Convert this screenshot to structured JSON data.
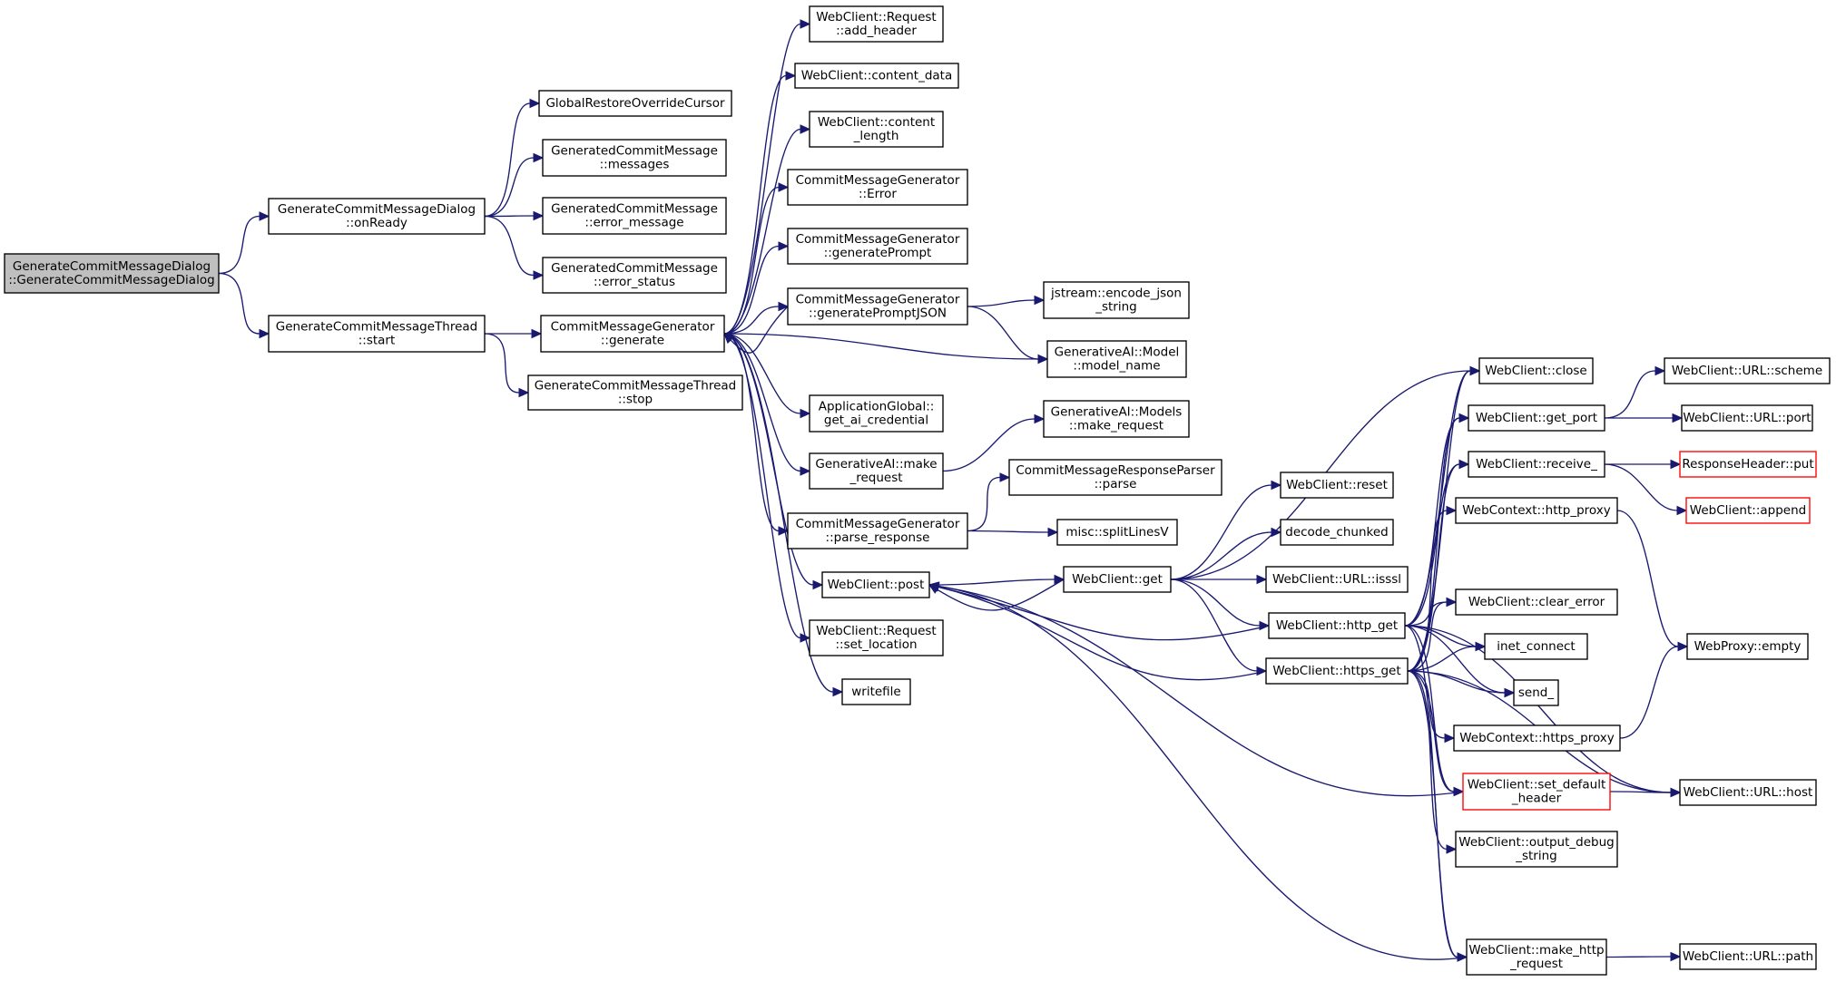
{
  "graph": {
    "nodes": [
      {
        "id": "root",
        "lines": [
          "GenerateCommitMessageDialog",
          "::GenerateCommitMessageDialog"
        ],
        "style": "root"
      },
      {
        "id": "onReady",
        "lines": [
          "GenerateCommitMessageDialog",
          "::onReady"
        ]
      },
      {
        "id": "threadStart",
        "lines": [
          "GenerateCommitMessageThread",
          "::start"
        ]
      },
      {
        "id": "globalRestore",
        "lines": [
          "GlobalRestoreOverrideCursor"
        ]
      },
      {
        "id": "gcmMessages",
        "lines": [
          "GeneratedCommitMessage",
          "::messages"
        ]
      },
      {
        "id": "gcmErrorMessage",
        "lines": [
          "GeneratedCommitMessage",
          "::error_message"
        ]
      },
      {
        "id": "gcmErrorStatus",
        "lines": [
          "GeneratedCommitMessage",
          "::error_status"
        ]
      },
      {
        "id": "cmgGenerate",
        "lines": [
          "CommitMessageGenerator",
          "::generate"
        ]
      },
      {
        "id": "threadStop",
        "lines": [
          "GenerateCommitMessageThread",
          "::stop"
        ]
      },
      {
        "id": "reqAddHeader",
        "lines": [
          "WebClient::Request",
          "::add_header"
        ]
      },
      {
        "id": "contentData",
        "lines": [
          "WebClient::content_data"
        ]
      },
      {
        "id": "contentLength",
        "lines": [
          "WebClient::content",
          "_length"
        ]
      },
      {
        "id": "cmgError",
        "lines": [
          "CommitMessageGenerator",
          "::Error"
        ]
      },
      {
        "id": "cmgGeneratePrompt",
        "lines": [
          "CommitMessageGenerator",
          "::generatePrompt"
        ]
      },
      {
        "id": "cmgGeneratePromptJSON",
        "lines": [
          "CommitMessageGenerator",
          "::generatePromptJSON"
        ]
      },
      {
        "id": "appGetCred",
        "lines": [
          "ApplicationGlobal::",
          "get_ai_credential"
        ]
      },
      {
        "id": "genaiMakeRequest",
        "lines": [
          "GenerativeAI::make",
          "_request"
        ]
      },
      {
        "id": "cmgParseResponse",
        "lines": [
          "CommitMessageGenerator",
          "::parse_response"
        ]
      },
      {
        "id": "wcPost",
        "lines": [
          "WebClient::post"
        ]
      },
      {
        "id": "reqSetLocation",
        "lines": [
          "WebClient::Request",
          "::set_location"
        ]
      },
      {
        "id": "writefile",
        "lines": [
          "writefile"
        ]
      },
      {
        "id": "jstreamEncode",
        "lines": [
          "jstream::encode_json",
          "_string"
        ]
      },
      {
        "id": "modelName",
        "lines": [
          "GenerativeAI::Model",
          "::model_name"
        ]
      },
      {
        "id": "modelsMakeRequest",
        "lines": [
          "GenerativeAI::Models",
          "::make_request"
        ]
      },
      {
        "id": "parserParse",
        "lines": [
          "CommitMessageResponseParser",
          "::parse"
        ]
      },
      {
        "id": "splitLines",
        "lines": [
          "misc::splitLinesV"
        ]
      },
      {
        "id": "wcReset",
        "lines": [
          "WebClient::reset"
        ]
      },
      {
        "id": "decodeChunked",
        "lines": [
          "decode_chunked"
        ]
      },
      {
        "id": "wcGet",
        "lines": [
          "WebClient::get"
        ]
      },
      {
        "id": "urlIsssl",
        "lines": [
          "WebClient::URL::isssl"
        ]
      },
      {
        "id": "httpGet",
        "lines": [
          "WebClient::http_get"
        ]
      },
      {
        "id": "httpsGet",
        "lines": [
          "WebClient::https_get"
        ]
      },
      {
        "id": "wcClose",
        "lines": [
          "WebClient::close"
        ]
      },
      {
        "id": "getPort",
        "lines": [
          "WebClient::get_port"
        ]
      },
      {
        "id": "receive",
        "lines": [
          "WebClient::receive_"
        ]
      },
      {
        "id": "ctxHttpProxy",
        "lines": [
          "WebContext::http_proxy"
        ]
      },
      {
        "id": "clearError",
        "lines": [
          "WebClient::clear_error"
        ]
      },
      {
        "id": "inetConnect",
        "lines": [
          "inet_connect"
        ]
      },
      {
        "id": "send",
        "lines": [
          "send_"
        ]
      },
      {
        "id": "ctxHttpsProxy",
        "lines": [
          "WebContext::https_proxy"
        ]
      },
      {
        "id": "setDefaultHeader",
        "lines": [
          "WebClient::set_default",
          "_header"
        ],
        "style": "red"
      },
      {
        "id": "outputDebug",
        "lines": [
          "WebClient::output_debug",
          "_string"
        ]
      },
      {
        "id": "makeHttpRequest",
        "lines": [
          "WebClient::make_http",
          "_request"
        ]
      },
      {
        "id": "urlScheme",
        "lines": [
          "WebClient::URL::scheme"
        ]
      },
      {
        "id": "urlPort",
        "lines": [
          "WebClient::URL::port"
        ]
      },
      {
        "id": "respHeaderPut",
        "lines": [
          "ResponseHeader::put"
        ],
        "style": "red"
      },
      {
        "id": "wcAppend",
        "lines": [
          "WebClient::append"
        ],
        "style": "red"
      },
      {
        "id": "proxyEmpty",
        "lines": [
          "WebProxy::empty"
        ]
      },
      {
        "id": "urlHost",
        "lines": [
          "WebClient::URL::host"
        ]
      },
      {
        "id": "urlPath",
        "lines": [
          "WebClient::URL::path"
        ]
      }
    ],
    "edges": [
      [
        "root",
        "onReady"
      ],
      [
        "root",
        "threadStart"
      ],
      [
        "onReady",
        "globalRestore"
      ],
      [
        "onReady",
        "gcmMessages"
      ],
      [
        "onReady",
        "gcmErrorMessage"
      ],
      [
        "onReady",
        "gcmErrorStatus"
      ],
      [
        "threadStart",
        "cmgGenerate"
      ],
      [
        "threadStart",
        "threadStop"
      ],
      [
        "cmgGenerate",
        "reqAddHeader"
      ],
      [
        "cmgGenerate",
        "contentData"
      ],
      [
        "cmgGenerate",
        "contentLength"
      ],
      [
        "cmgGenerate",
        "cmgError"
      ],
      [
        "cmgGenerate",
        "cmgGeneratePrompt"
      ],
      [
        "cmgGenerate",
        "cmgGeneratePromptJSON"
      ],
      [
        "cmgGenerate",
        "modelName"
      ],
      [
        "cmgGenerate",
        "appGetCred"
      ],
      [
        "cmgGenerate",
        "genaiMakeRequest"
      ],
      [
        "cmgGenerate",
        "cmgParseResponse"
      ],
      [
        "cmgGenerate",
        "wcPost"
      ],
      [
        "cmgGenerate",
        "reqSetLocation"
      ],
      [
        "cmgGenerate",
        "writefile"
      ],
      [
        "cmgGeneratePromptJSON",
        "cmgGenerate"
      ],
      [
        "cmgGeneratePromptJSON",
        "jstreamEncode"
      ],
      [
        "cmgGeneratePromptJSON",
        "modelName"
      ],
      [
        "genaiMakeRequest",
        "modelsMakeRequest"
      ],
      [
        "cmgParseResponse",
        "parserParse"
      ],
      [
        "cmgParseResponse",
        "splitLines"
      ],
      [
        "wcPost",
        "wcGet"
      ],
      [
        "wcGet",
        "wcPost"
      ],
      [
        "wcGet",
        "wcReset"
      ],
      [
        "wcGet",
        "decodeChunked"
      ],
      [
        "wcGet",
        "urlIsssl"
      ],
      [
        "wcGet",
        "httpGet"
      ],
      [
        "wcGet",
        "httpsGet"
      ],
      [
        "wcGet",
        "wcClose"
      ],
      [
        "httpGet",
        "wcPost"
      ],
      [
        "httpGet",
        "wcClose"
      ],
      [
        "httpGet",
        "getPort"
      ],
      [
        "httpGet",
        "receive"
      ],
      [
        "httpGet",
        "clearError"
      ],
      [
        "httpGet",
        "inetConnect"
      ],
      [
        "httpGet",
        "send"
      ],
      [
        "httpGet",
        "setDefaultHeader"
      ],
      [
        "httpGet",
        "urlHost"
      ],
      [
        "httpGet",
        "makeHttpRequest"
      ],
      [
        "httpsGet",
        "wcPost"
      ],
      [
        "httpsGet",
        "wcClose"
      ],
      [
        "httpsGet",
        "getPort"
      ],
      [
        "httpsGet",
        "receive"
      ],
      [
        "httpsGet",
        "ctxHttpProxy"
      ],
      [
        "httpsGet",
        "clearError"
      ],
      [
        "httpsGet",
        "inetConnect"
      ],
      [
        "httpsGet",
        "send"
      ],
      [
        "httpsGet",
        "ctxHttpsProxy"
      ],
      [
        "httpsGet",
        "setDefaultHeader"
      ],
      [
        "httpsGet",
        "outputDebug"
      ],
      [
        "httpsGet",
        "makeHttpRequest"
      ],
      [
        "httpsGet",
        "urlHost"
      ],
      [
        "setDefaultHeader",
        "wcPost"
      ],
      [
        "setDefaultHeader",
        "urlHost"
      ],
      [
        "makeHttpRequest",
        "wcPost"
      ],
      [
        "makeHttpRequest",
        "urlPath"
      ],
      [
        "getPort",
        "urlScheme"
      ],
      [
        "getPort",
        "urlPort"
      ],
      [
        "receive",
        "respHeaderPut"
      ],
      [
        "receive",
        "wcAppend"
      ],
      [
        "ctxHttpProxy",
        "proxyEmpty"
      ],
      [
        "ctxHttpsProxy",
        "proxyEmpty"
      ]
    ]
  }
}
